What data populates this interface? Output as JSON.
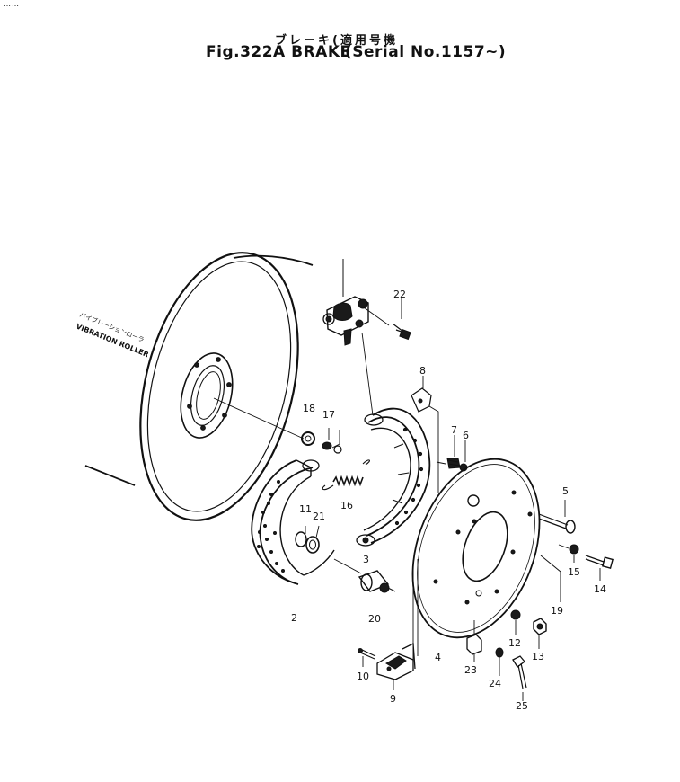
{
  "header": {
    "corner_mark": "……",
    "japanese_title": "ブレーキ(適用号機",
    "figure_title": "Fig.322A BRAKE",
    "serial_range": "(Serial No.1157~)"
  },
  "diagram": {
    "callouts": [
      "2",
      "3",
      "4",
      "5",
      "6",
      "7",
      "8",
      "9",
      "10",
      "11",
      "12",
      "13",
      "14",
      "15",
      "16",
      "17",
      "18",
      "19",
      "20",
      "21",
      "22",
      "23",
      "24",
      "25"
    ],
    "side_label_jp": "バイブレーションローラ",
    "side_label_en": "VIBRATION ROLLER"
  }
}
